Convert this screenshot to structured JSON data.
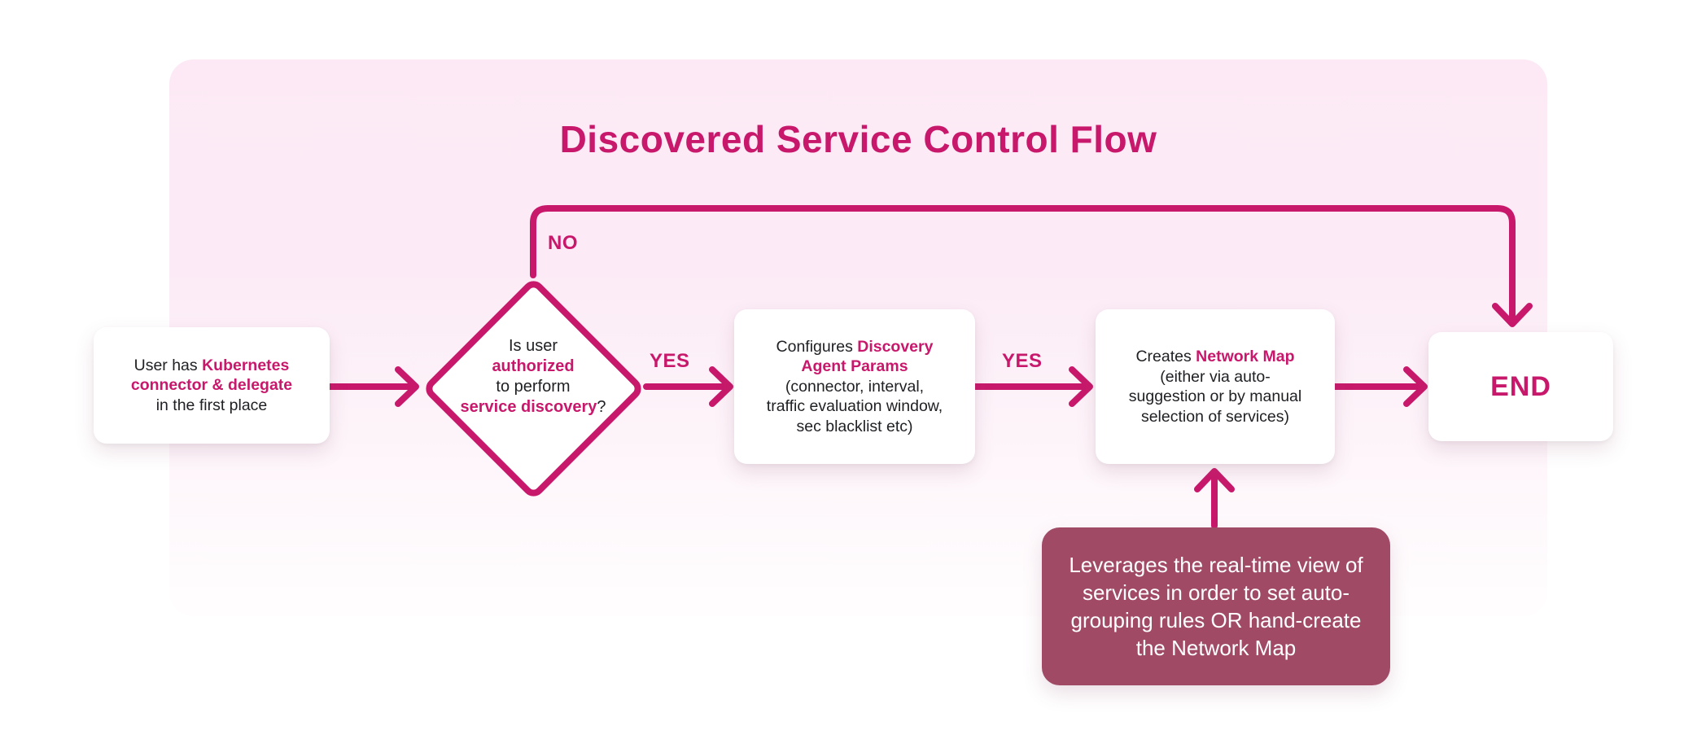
{
  "title": "Discovered Service Control Flow",
  "labels": {
    "no": "NO",
    "yes1": "YES",
    "yes2": "YES"
  },
  "nodes": {
    "start": {
      "line1_plain": "User has ",
      "line1_hl": "Kubernetes",
      "line2_hl": "connector & delegate",
      "line3_plain": "in the first place"
    },
    "decision": {
      "line1": "Is user",
      "line2_hl": "authorized",
      "line3": "to perform",
      "line4_hl": "service discovery",
      "line4_suffix": "?"
    },
    "configure": {
      "line1_plain": "Configures ",
      "line1_hl": "Discovery",
      "line2_hl": "Agent Params",
      "line3": "(connector, interval,",
      "line4": "traffic evaluation window,",
      "line5": "sec blacklist etc)"
    },
    "create_map": {
      "line1_plain": "Creates ",
      "line1_hl": "Network Map",
      "line2": "(either via auto-",
      "line3": "suggestion or by manual",
      "line4": "selection of services)"
    },
    "end": {
      "label": "END"
    },
    "note": {
      "line1": "Leverages the real-time view of",
      "line2": "services in order to set auto-",
      "line3": "grouping rules OR hand-create",
      "line4": "the Network Map"
    }
  },
  "colors": {
    "accent": "#C8186B",
    "note_bg": "#A04A66",
    "ink": "#202124",
    "panel_top": "#FCE9F5"
  }
}
